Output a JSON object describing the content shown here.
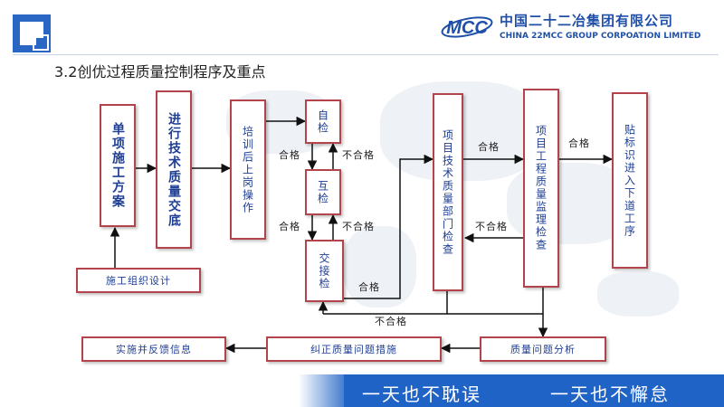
{
  "header": {
    "logo_text": "MCC",
    "company_cn": "中国二十二冶集团有限公司",
    "company_en": "CHINA 22MCC GROUP CORPOATION LIMITED",
    "title": "3.2创优过程质量控制程序及重点"
  },
  "colors": {
    "box_border": "#b4444c",
    "box_text": "#1f3f94",
    "brand_blue": "#1f63c6"
  },
  "diagram": {
    "nodes": {
      "unit_plan": "单项施工方案",
      "tech_disclosure": "进行技术质量交底",
      "training": "培训后上岗操作",
      "self_check": "自检",
      "mutual_check": "互检",
      "handover_check": "交接检",
      "project_tech_dept": "项目技术质量部门检查",
      "supervision_check": "项目工程质量监理检查",
      "tag_next": "贴标识进入下道工序",
      "construction_design": "施工组织设计",
      "problem_analysis": "质量问题分析",
      "corrective_measures": "纠正质量问题措施",
      "implement_feedback": "实施并反馈信息"
    },
    "labels": {
      "pass_1": "合格",
      "fail_1": "不合格",
      "pass_2": "合格",
      "fail_2": "不合格",
      "pass_3": "合格",
      "pass_4": "合格",
      "fail_3": "不合格",
      "pass_5": "合格",
      "fail_bottom": "不合格"
    }
  },
  "footer": {
    "slogan_1": "一天也不耽误",
    "slogan_2": "一天也不懈怠"
  }
}
